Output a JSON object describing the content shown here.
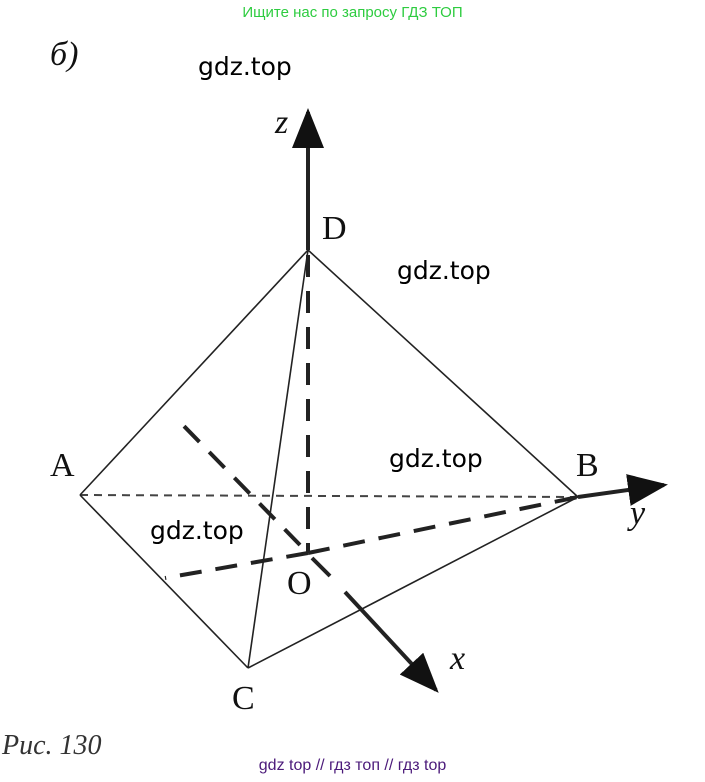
{
  "banner": "Ищите нас по запросу ГДЗ ТОП",
  "subfigure_label": "б)",
  "watermarks": [
    "gdz.top",
    "gdz.top",
    "gdz.top",
    "gdz.top"
  ],
  "points": {
    "A": "A",
    "B": "B",
    "C": "C",
    "D": "D",
    "O": "O"
  },
  "axes": {
    "x": "x",
    "y": "y",
    "z": "z"
  },
  "caption": "Рис. 130",
  "footer": "gdz top  //  гдз топ  //  гдз top"
}
